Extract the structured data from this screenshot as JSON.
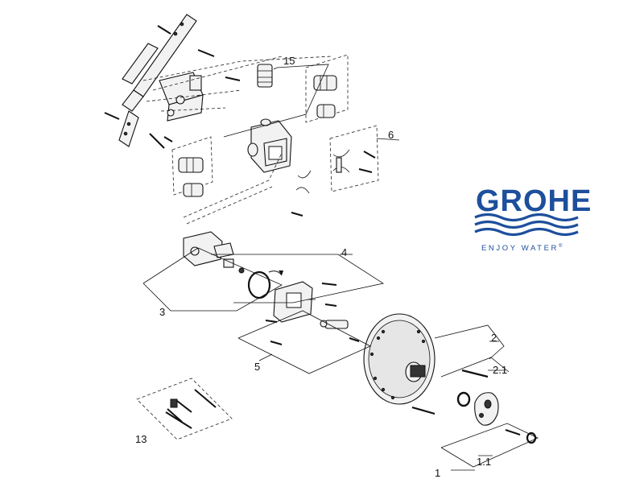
{
  "brand": {
    "name": "GROHE",
    "tagline": "ENJOY WATER",
    "registered": "®",
    "color": "#1d4f9c"
  },
  "callouts": {
    "c15": "15",
    "c6": "6",
    "c4": "4",
    "c3": "3",
    "c5": "5",
    "c2": "2",
    "c21": "2.1",
    "c13": "13",
    "c1": "1",
    "c11": "1.1"
  }
}
